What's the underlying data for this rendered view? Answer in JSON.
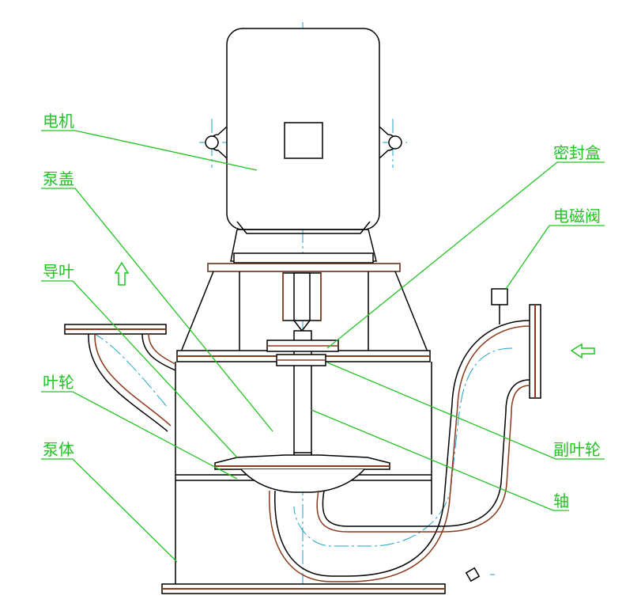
{
  "labels": {
    "motor": "电机",
    "pump_cover": "泵盖",
    "guide_vane": "导叶",
    "impeller": "叶轮",
    "pump_body": "泵体",
    "seal_box": "密封盒",
    "solenoid_valve": "电磁阀",
    "auxiliary_impeller": "副叶轮",
    "shaft": "轴"
  },
  "colors": {
    "outline": "#000000",
    "label_and_leader": "#22c322",
    "section_hatch": "#8a3a1a",
    "center_line": "#1fa3c9",
    "flow_arrow": "#22c322"
  },
  "arrows": {
    "outlet": "up-arrow-icon",
    "inlet": "left-arrow-icon"
  }
}
